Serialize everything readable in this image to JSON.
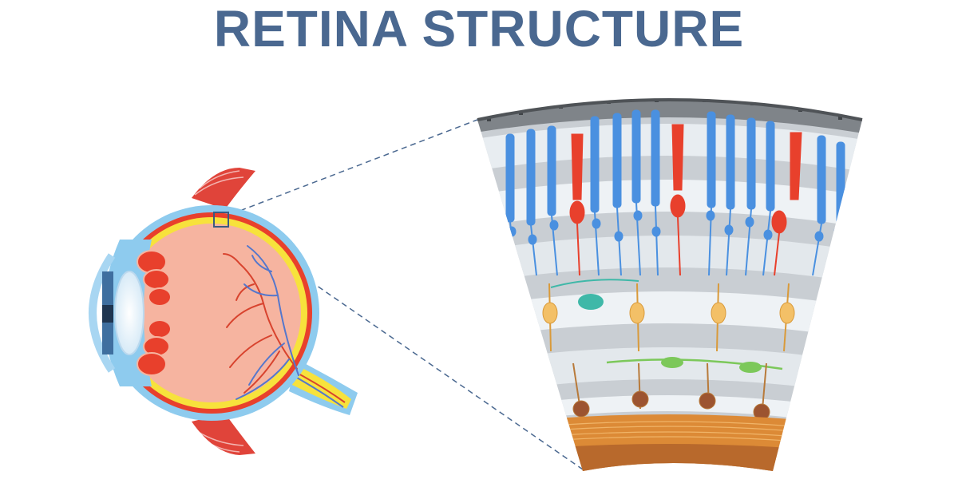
{
  "title": "RETINA STRUCTURE",
  "colors": {
    "title": "#4a6890",
    "background": "#ffffff",
    "sclera": "#8ecbee",
    "choroid": "#e8402c",
    "retina": "#f7e23c",
    "vitreous": "#f6b4a0",
    "vessel_artery": "#d8432e",
    "vessel_vein": "#5577cc",
    "muscle": "#e0443a",
    "rod": "#4a90e0",
    "cone": "#e8402c",
    "bipolar_cell": "#f3c067",
    "horizontal_cell": "#3fb8a8",
    "amacrine_cell": "#7cc85a",
    "ganglion_cell": "#9c5430",
    "nerve_fiber_layer": "#dc8a36",
    "pigment_epithelium": "#7f8489"
  },
  "eye_icon": "eye-cross-section",
  "zoom_box_icon": "magnifier-square"
}
